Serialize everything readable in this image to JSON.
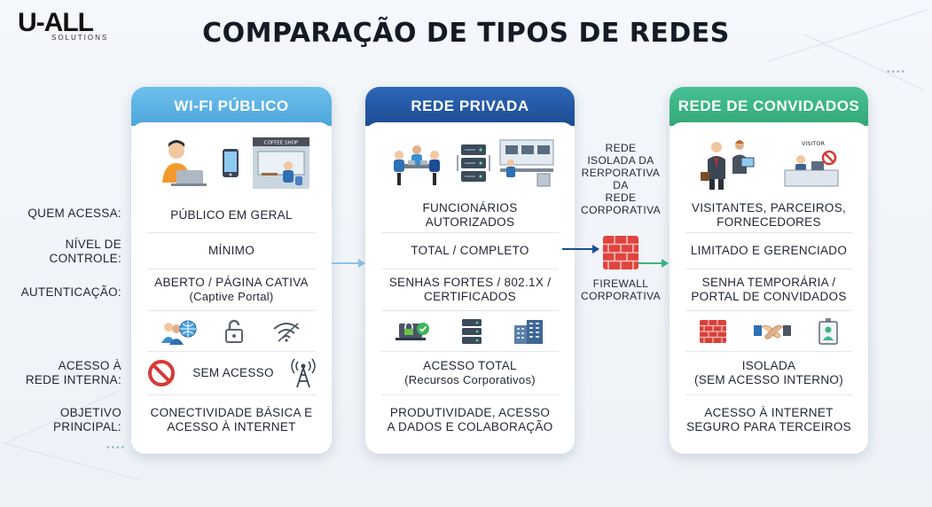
{
  "brand": {
    "logo_mark": "U-ALL",
    "logo_sub": "SOLUTIONS"
  },
  "title": "COMPARAÇÃO DE TIPOS DE REDES",
  "row_labels": {
    "who": "QUEM ACESSA:",
    "control_1": "NÍVEL DE",
    "control_2": "CONTROLE:",
    "auth": "AUTENTICAÇÃO:",
    "internal_1": "ACESSO À",
    "internal_2": "REDE INTERNA:",
    "goal_1": "OBJETIVO",
    "goal_2": "PRINCIPAL:"
  },
  "colors": {
    "public": "#5eb3e4",
    "private": "#2458a6",
    "guest": "#3db587",
    "firewall": "#e0443e"
  },
  "icons": {
    "public": [
      "person-laptop-icon",
      "smartphone-icon",
      "coffee-shop-icon",
      "people-globe-icon",
      "unlock-icon",
      "wifi-icon",
      "no-entry-icon",
      "antenna-icon"
    ],
    "private": [
      "meeting-team-icon",
      "server-rack-icon",
      "workstations-icon",
      "secure-laptop-icon",
      "server-icon",
      "office-building-icon"
    ],
    "guest": [
      "business-visitors-icon",
      "visitor-desk-icon",
      "firewall-icon",
      "handshake-icon",
      "id-badge-icon"
    ]
  },
  "cards": {
    "public": {
      "header": "WI-FI PÚBLICO",
      "shop_sign": "COFFEE SHOP",
      "who": "PÚBLICO EM GERAL",
      "control": "MÍNIMO",
      "auth_1": "ABERTO / PÁGINA CATIVA",
      "auth_2": "(Captive Portal)",
      "internal": "SEM ACESSO",
      "goal_1": "CONECTIVIDADE BÁSICA E",
      "goal_2": "ACESSO À INTERNET"
    },
    "private": {
      "header": "REDE PRIVADA",
      "who": "FUNCIONÁRIOS AUTORIZADOS",
      "control": "TOTAL / COMPLETO",
      "auth_1": "SENHAS FORTES / 802.1X /",
      "auth_2": "CERTIFICADOS",
      "internal_1": "ACESSO TOTAL",
      "internal_2": "(Recursos Corporativos)",
      "goal_1": "PRODUTIVIDADE, ACESSO",
      "goal_2": "A DADOS E COLABORAÇÃO"
    },
    "guest": {
      "header": "REDE DE CONVIDADOS",
      "desk_sign": "VISITOR",
      "who_1": "VISITANTES, PARCEIROS,",
      "who_2": "FORNECEDORES",
      "control": "LIMITADO E GERENCIADO",
      "auth_1": "SENHA TEMPORÁRIA /",
      "auth_2": "PORTAL DE CONVIDADOS",
      "internal_1": "ISOLADA",
      "internal_2": "(SEM ACESSO INTERNO)",
      "goal_1": "ACESSO À INTERNET",
      "goal_2": "SEGURO PARA TERCEIROS"
    }
  },
  "middle": {
    "isolated_lines": [
      "REDE",
      "ISOLADA DA",
      "RERPORATIVA",
      "DA",
      "REDE",
      "CORPORATIVA"
    ],
    "firewall_1": "FIREWALL",
    "firewall_2": "CORPORATIVA"
  }
}
